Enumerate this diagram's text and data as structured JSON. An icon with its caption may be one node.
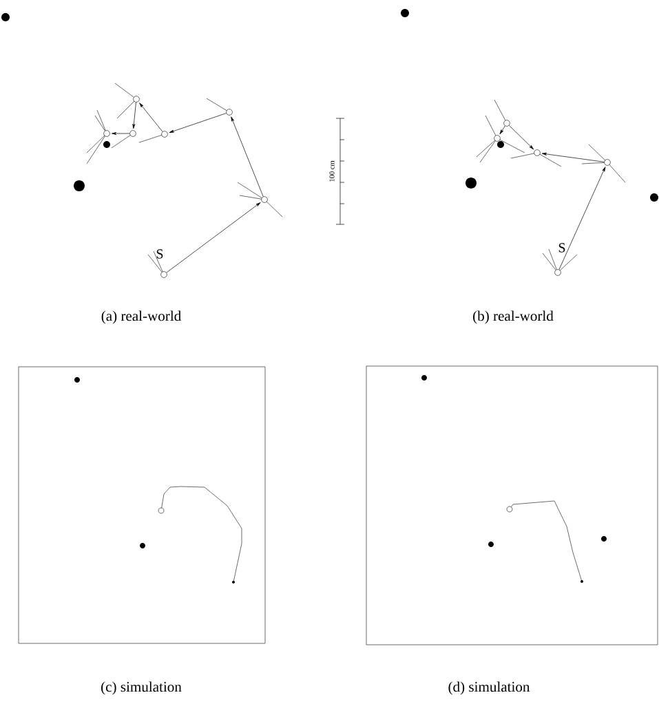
{
  "diagram": {
    "nodes": [
      {
        "text": [],
        "shape": "circle",
        "beside": [
          "S"
        ]
      },
      {
        "text": [],
        "shape": "circle"
      },
      {
        "text": [],
        "shape": "circle"
      },
      {
        "text": [],
        "shape": "circle"
      },
      {
        "text": [],
        "shape": "circle"
      },
      {
        "text": [],
        "shape": "circle"
      },
      {
        "text": [],
        "shape": "circle"
      },
      {
        "text": [],
        "shape": "circle",
        "beside": [
          "S"
        ]
      },
      {
        "text": [],
        "shape": "circle"
      },
      {
        "text": [],
        "shape": "circle"
      },
      {
        "text": [],
        "shape": "circle"
      },
      {
        "text": [],
        "shape": "circle"
      }
    ],
    "edges": [
      {
        "from": 0,
        "to": 1,
        "arrow": "to"
      },
      {
        "from": 1,
        "to": 2,
        "arrow": "to"
      },
      {
        "from": 2,
        "to": 3,
        "arrow": "to"
      },
      {
        "from": 3,
        "to": 4,
        "arrow": "to"
      },
      {
        "from": 4,
        "to": 5,
        "arrow": "to"
      },
      {
        "from": 5,
        "to": 6,
        "arrow": "to"
      },
      {
        "from": 7,
        "to": 8,
        "arrow": "to"
      },
      {
        "from": 8,
        "to": 9,
        "arrow": "to"
      },
      {
        "from": 10,
        "to": 9,
        "arrow": "to"
      },
      {
        "from": 10,
        "to": 11,
        "arrow": "to"
      }
    ],
    "labels": [
      "100 cm",
      "(a) real-world",
      "(b) real-world",
      "(c) simulation",
      "(d) simulation"
    ]
  }
}
